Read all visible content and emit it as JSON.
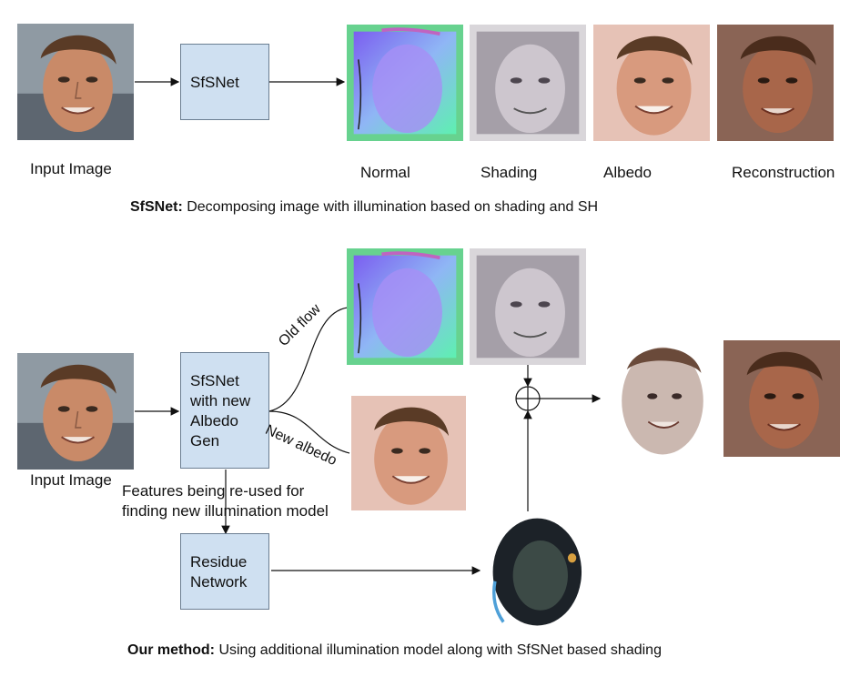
{
  "top": {
    "input_label": "Input Image",
    "network_label": "SfSNet",
    "outputs": [
      "Normal",
      "Shading",
      "Albedo",
      "Reconstruction"
    ],
    "caption_bold": "SfSNet:",
    "caption_rest": " Decomposing image with illumination based on shading and SH"
  },
  "bottom": {
    "input_label": "Input Image",
    "network_label": "SfSNet\nwith new\nAlbedo\nGen",
    "residue_label": "Residue\nNetwork",
    "old_flow_label": "Old flow",
    "new_albedo_label": "New albedo",
    "features_note": "Features being re-used for\nfinding new illumination model",
    "caption_bold": "Our method:",
    "caption_rest": " Using additional illumination model along with SfSNet based shading"
  },
  "colors": {
    "box_fill": "#cfe0f1",
    "arrow": "#111111"
  }
}
